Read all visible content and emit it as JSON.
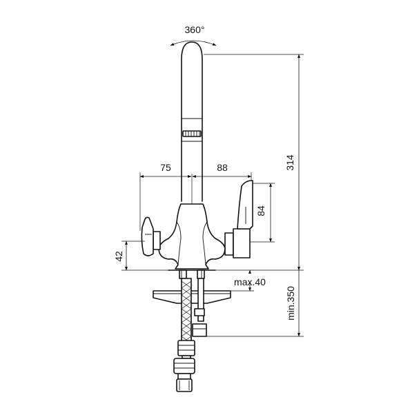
{
  "dimensions": {
    "rotation": "360°",
    "height_total": "314",
    "left_reach": "75",
    "right_reach": "88",
    "lever_height": "84",
    "handle_height": "42",
    "max_thickness": "max.40",
    "min_hose": "min.350"
  },
  "icons": {
    "rotation_arrow": "rotation-arrow-icon"
  }
}
